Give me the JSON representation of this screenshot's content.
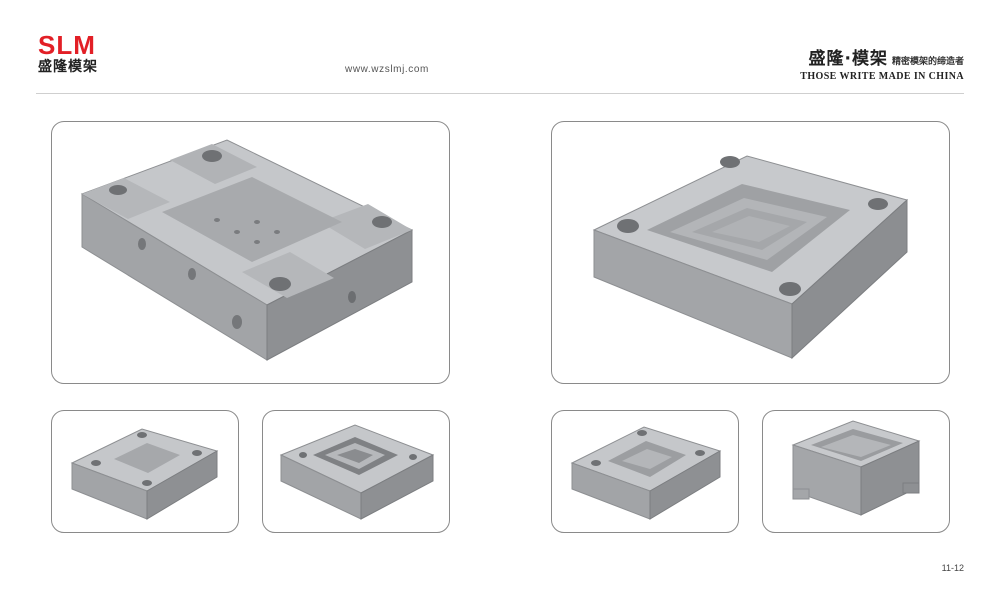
{
  "header": {
    "logo_text": "SLM",
    "logo_cn": "盛隆模架",
    "website": "www.wzslmj.com",
    "brand_cn": "盛隆·模架",
    "slogan_cn": "精密模架的缔造者",
    "slogan_en": "THOSE WRITE  MADE IN CHINA"
  },
  "footer": {
    "page_number": "11-12"
  },
  "colors": {
    "brand_red": "#e21f26",
    "frame_border": "#8a8a8a",
    "steel": "#a9abae"
  },
  "images": [
    {
      "name": "mold-base-plate-large-left",
      "icon": "mold-plate-icon"
    },
    {
      "name": "mold-base-cavity-large-right",
      "icon": "mold-cavity-icon"
    },
    {
      "name": "mold-base-small-1",
      "icon": "mold-plate-icon"
    },
    {
      "name": "mold-base-small-2",
      "icon": "mold-plate-icon"
    },
    {
      "name": "mold-base-small-3",
      "icon": "mold-plate-icon"
    },
    {
      "name": "mold-base-small-4",
      "icon": "mold-box-icon"
    }
  ]
}
